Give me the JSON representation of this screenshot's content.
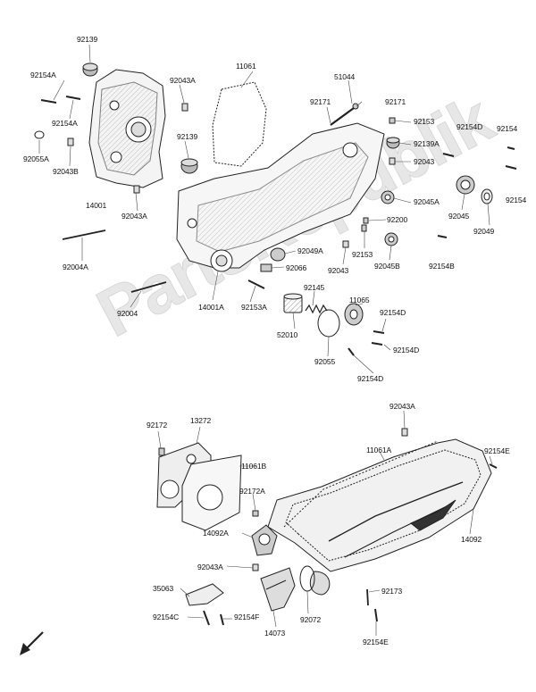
{
  "watermark": "PartsRepublik",
  "labels": {
    "l92139_top": "92139",
    "l92154A_1": "92154A",
    "l92154A_2": "92154A",
    "l92055A": "92055A",
    "l92043B": "92043B",
    "l14001": "14001",
    "l92043A_1": "92043A",
    "l92043A_2": "92043A",
    "l92139_mid": "92139",
    "l11061": "11061",
    "l51044": "51044",
    "l92171_1": "92171",
    "l92171_2": "92171",
    "l92153_1": "92153",
    "l92154D_1": "92154D",
    "l92154_1": "92154",
    "l92139A": "92139A",
    "l92043": "92043",
    "l92154_2": "92154",
    "l92045A": "92045A",
    "l92045": "92045",
    "l92049": "92049",
    "l92200": "92200",
    "l92153_2": "92153",
    "l92154B": "92154B",
    "l92045B": "92045B",
    "l92043_2": "92043",
    "l92049A": "92049A",
    "l92066": "92066",
    "l92004A": "92004A",
    "l92004": "92004",
    "l14001A": "14001A",
    "l92153A": "92153A",
    "l92145": "92145",
    "l11065": "11065",
    "l52010": "52010",
    "l92154D_2": "92154D",
    "l92055": "92055",
    "l92154D_3": "92154D",
    "l92154D_4": "92154D",
    "l92043A_3": "92043A",
    "l92172": "92172",
    "l13272": "13272",
    "l11061B": "11061B",
    "l11061A": "11061A",
    "l92154E_1": "92154E",
    "l92172A": "92172A",
    "l14092A": "14092A",
    "l14092": "14092",
    "l92043A_4": "92043A",
    "l35063": "35063",
    "l92173": "92173",
    "l92154C": "92154C",
    "l92154F": "92154F",
    "l14073": "14073",
    "l92072": "92072",
    "l92154E_2": "92154E"
  }
}
